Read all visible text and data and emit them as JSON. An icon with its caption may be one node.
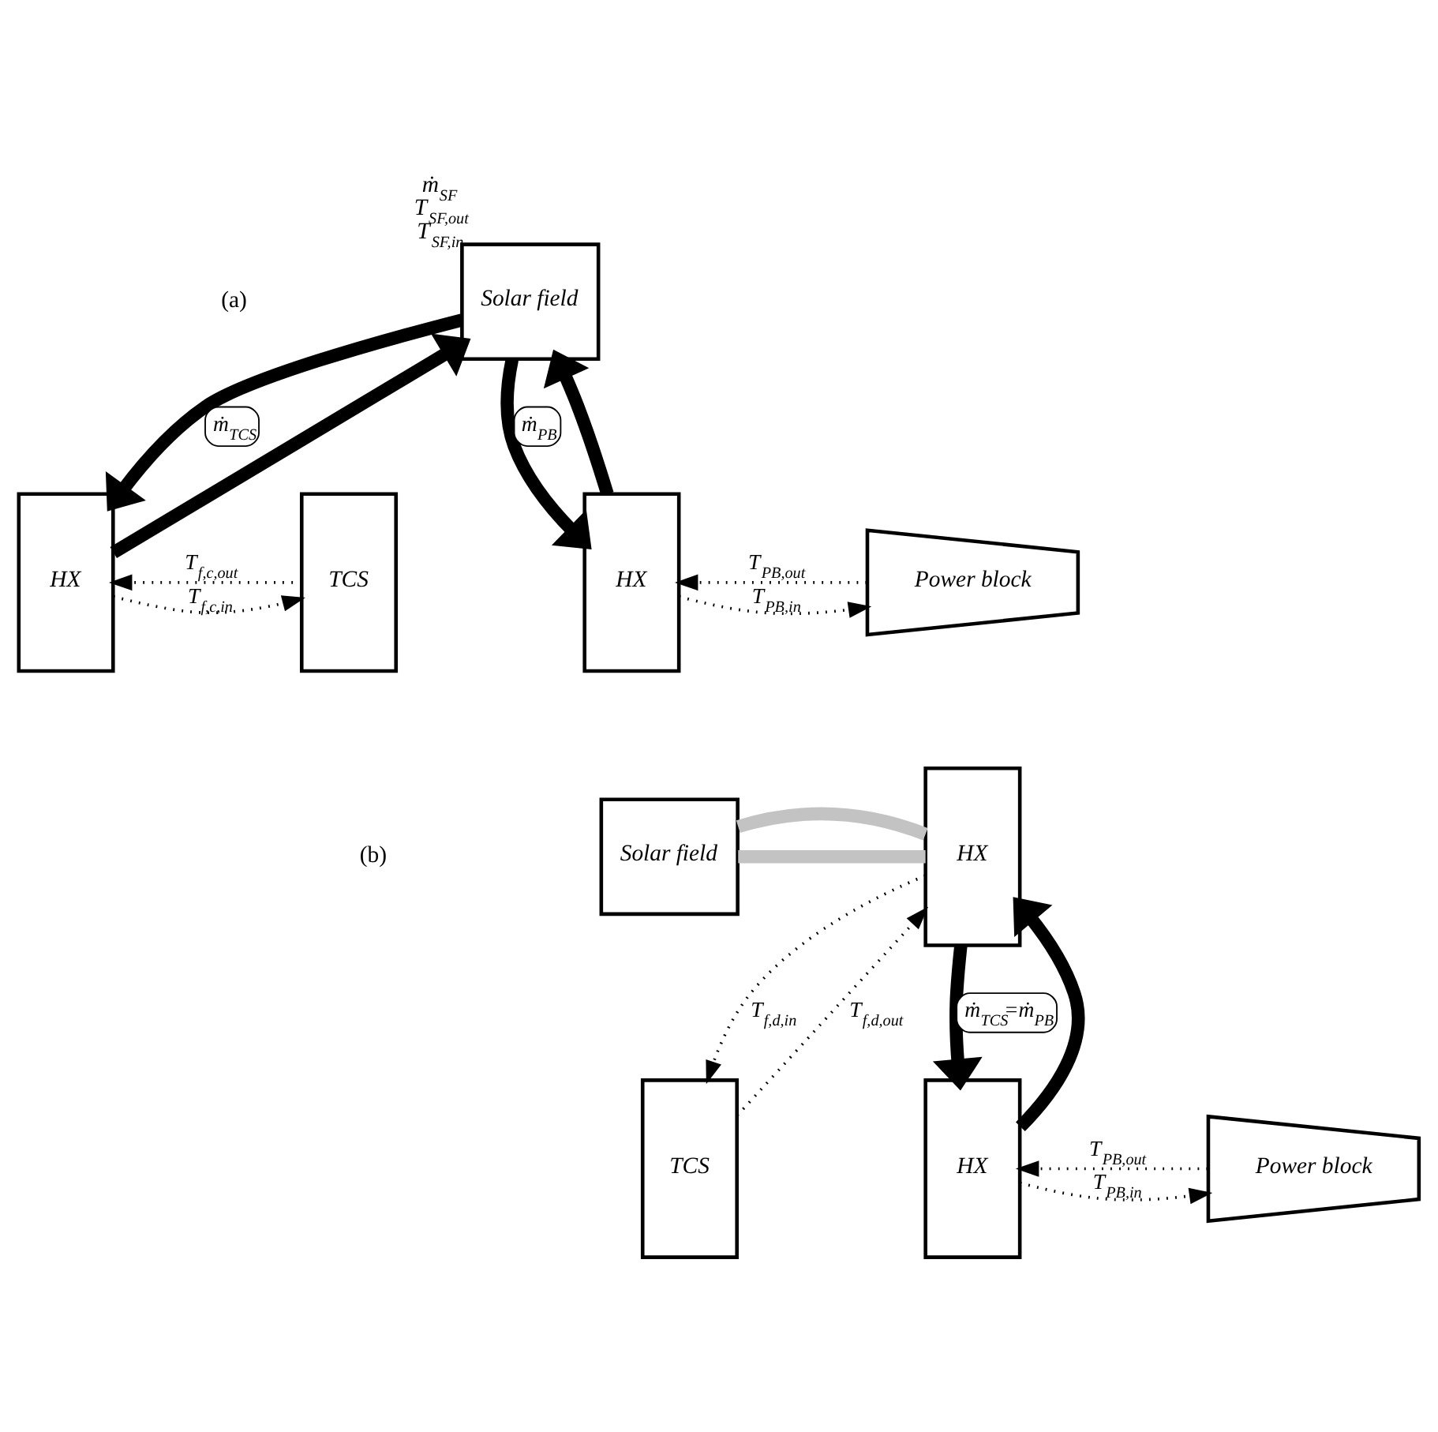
{
  "diagram": {
    "nodes": [
      {
        "text": [
          "Solar field"
        ],
        "beside": [
          "ṁ$_{SF}$",
          "T$_{SF,out}$",
          "T$_{SF,in}$"
        ]
      },
      {
        "text": [
          "HX"
        ]
      },
      {
        "text": [
          "TCS"
        ]
      },
      {
        "text": [
          "HX"
        ]
      },
      {
        "text": [
          "Power block"
        ]
      },
      {
        "text": [
          "Solar field"
        ]
      },
      {
        "text": [
          "HX"
        ]
      },
      {
        "text": [
          "TCS"
        ]
      },
      {
        "text": [
          "HX"
        ]
      },
      {
        "text": [
          "Power block"
        ]
      }
    ],
    "edges": [
      {
        "from": 0,
        "to": 1,
        "arrow": "to",
        "style": "thick",
        "label": "ṁ$_{TCS}$"
      },
      {
        "from": 0,
        "to": 3,
        "arrow": "to",
        "style": "thick",
        "label": "ṁ$_{PB}$"
      },
      {
        "from": 1,
        "to": 0,
        "arrow": "to",
        "style": "thick"
      },
      {
        "from": 3,
        "to": 0,
        "arrow": "to",
        "style": "thick"
      },
      {
        "from": 1,
        "to": 2,
        "arrow": "to",
        "style": "dashed",
        "label": "T$_{f,c,in}$"
      },
      {
        "from": 2,
        "to": 1,
        "arrow": "to",
        "style": "dashed",
        "label": "T$_{f,c,out}$"
      },
      {
        "from": 3,
        "to": 4,
        "arrow": "to",
        "style": "dashed",
        "label": "T$_{PB,in}$"
      },
      {
        "from": 4,
        "to": 3,
        "arrow": "to",
        "style": "dashed",
        "label": "T$_{PB,out}$"
      },
      {
        "from": 5,
        "to": 6,
        "arrow": "none",
        "style": "thick",
        "color": "#c3c3c3"
      },
      {
        "from": 5,
        "to": 6,
        "arrow": "none",
        "style": "thick",
        "color": "#c3c3c3"
      },
      {
        "from": 6,
        "to": 8,
        "arrow": "to",
        "style": "thick",
        "label": "ṁ$_{TCS}$=ṁ$_{PB}$"
      },
      {
        "from": 8,
        "to": 6,
        "arrow": "to",
        "style": "thick"
      },
      {
        "from": 7,
        "to": 6,
        "arrow": "to",
        "style": "dashed",
        "label": "T$_{f,d,out}$"
      },
      {
        "from": 6,
        "to": 7,
        "arrow": "to",
        "style": "dashed",
        "label": "T$_{f,d,in}$"
      },
      {
        "from": 8,
        "to": 9,
        "arrow": "to",
        "style": "dashed",
        "label": "T$_{PB,in}$"
      },
      {
        "from": 9,
        "to": 8,
        "arrow": "to",
        "style": "dashed",
        "label": "T$_{PB,out}$"
      }
    ],
    "labels": [
      "(a)",
      "(b)"
    ]
  }
}
